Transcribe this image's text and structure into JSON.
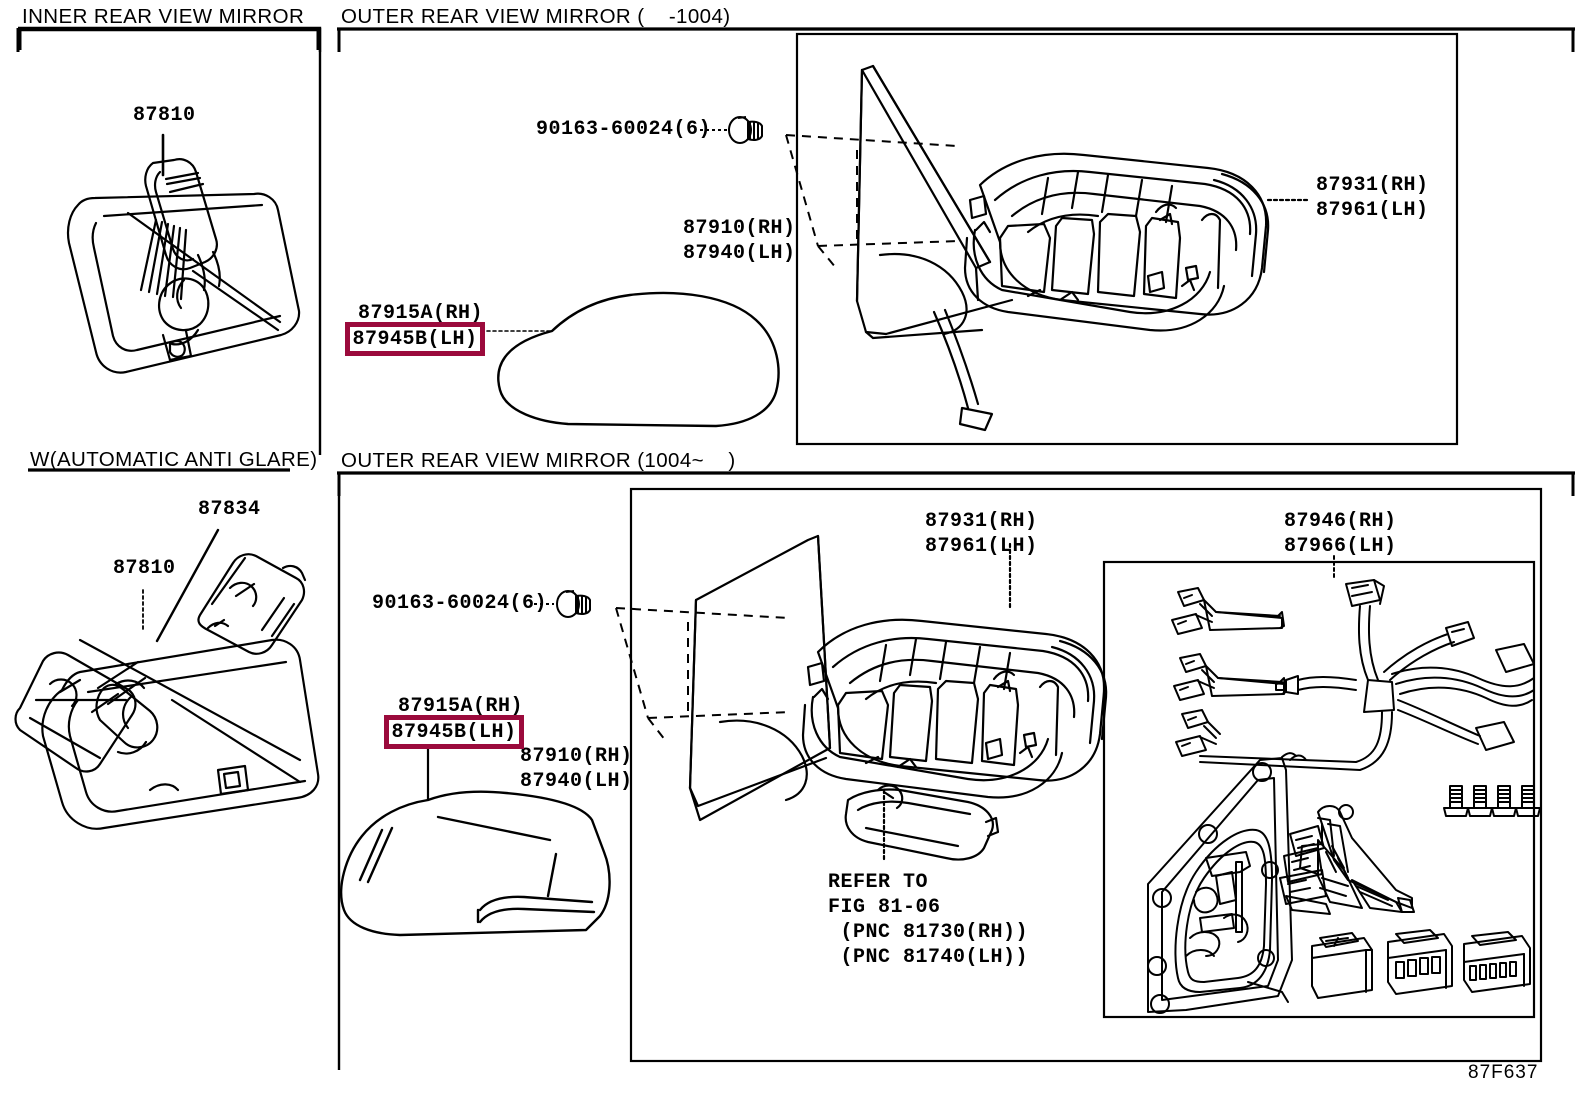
{
  "figure": {
    "code": "87F637"
  },
  "sections": [
    {
      "id": "inner-rear-view-mirror",
      "title": "INNER REAR VIEW MIRROR"
    },
    {
      "id": "outer-rear-view-mirror-early",
      "title": "OUTER REAR VIEW MIRROR (    -1004)"
    },
    {
      "id": "w-automatic-anti-glare",
      "title": "W(AUTOMATIC ANTI GLARE)"
    },
    {
      "id": "outer-rear-view-mirror-late",
      "title": "OUTER REAR VIEW MIRROR (1004~    )"
    }
  ],
  "labels": {
    "inner_mirror_pn": "87810",
    "anti_glare_mirror_pn": "87810",
    "anti_glare_bracket_pn": "87834",
    "screw_top": "90163-60024(6)",
    "screw_bottom": "90163-60024(6)",
    "mirror_assy_top": "87910(RH)\n87940(LH)",
    "mirror_assy_bottom": "87910(RH)\n87940(LH)",
    "cover_top_rh": "87915A(RH)",
    "cover_top_lh": "87945B(LH)",
    "cover_bottom_rh": "87915A(RH)",
    "cover_bottom_lh": "87945B(LH)",
    "glass_top": "87931(RH)\n87961(LH)",
    "glass_bottom": "87931(RH)\n87961(LH)",
    "harness": "87946(RH)\n87966(LH)",
    "refer_to": "REFER TO\nFIG 81-06\n (PNC 81730(RH))\n (PNC 81740(LH))"
  },
  "colors": {
    "highlight_border": "#9b0a3c",
    "line": "#000000",
    "background": "#ffffff"
  }
}
